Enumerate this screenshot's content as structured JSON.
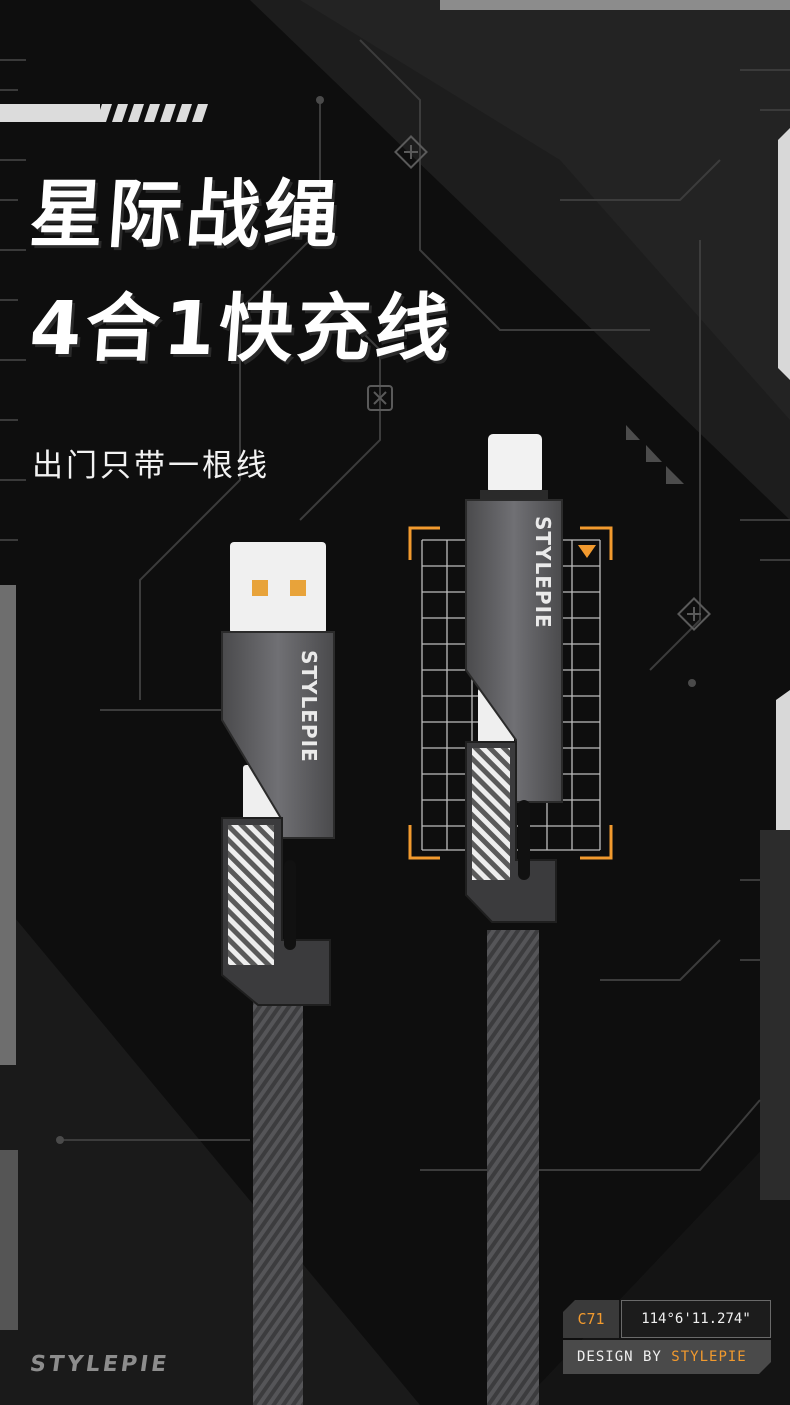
{
  "hero": {
    "title_line1": "星际战绳",
    "title_line2": "4合1快充线",
    "subtitle": "出门只带一根线"
  },
  "products": [
    {
      "brand": "STYLEPIE",
      "connectors": [
        "USB-A",
        "Type-C"
      ]
    },
    {
      "brand": "STYLEPIE",
      "connectors": [
        "Lightning",
        "Type-C"
      ]
    }
  ],
  "footer": {
    "brand_logo": "STYLEPIE",
    "code": "C71",
    "coordinate": "114°6'11.274\"",
    "design_prefix": "DESIGN BY ",
    "design_brand": "STYLEPIE"
  },
  "colors": {
    "background": "#0e0e0e",
    "accent": "#f29a2e",
    "metal": "#5c5c5e",
    "text": "#ffffff"
  },
  "icons": [
    "plus-crosshair-icon",
    "x-box-icon",
    "orange-triangle-icon",
    "chevron-stack-icon"
  ]
}
